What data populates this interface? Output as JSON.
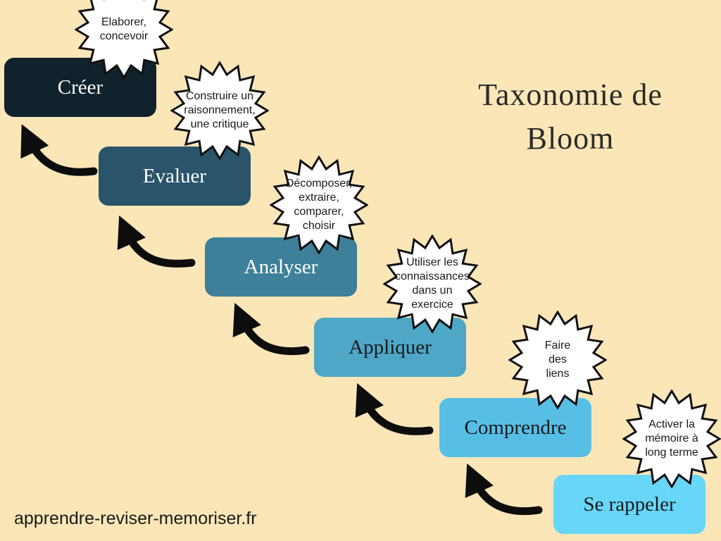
{
  "title": {
    "line1": "Taxonomie de",
    "line2": "Bloom"
  },
  "steps": [
    {
      "label": "Créer",
      "color": "#10222b",
      "text_color": "#ffffff"
    },
    {
      "label": "Evaluer",
      "color": "#29546a",
      "text_color": "#ffffff"
    },
    {
      "label": "Analyser",
      "color": "#3e7f9a",
      "text_color": "#ffffff"
    },
    {
      "label": "Appliquer",
      "color": "#4ea7c6",
      "text_color": "#1a1a1a"
    },
    {
      "label": "Comprendre",
      "color": "#57bfe6",
      "text_color": "#1a1a1a"
    },
    {
      "label": "Se rappeler",
      "color": "#68d6f8",
      "text_color": "#1a1a1a"
    }
  ],
  "bursts": [
    {
      "lines": [
        "Elaborer,",
        "concevoir"
      ]
    },
    {
      "lines": [
        "Construire un",
        "raisonnement,",
        "une critique"
      ]
    },
    {
      "lines": [
        "Décomposer,",
        "extraire,",
        "comparer,",
        "choisir"
      ]
    },
    {
      "lines": [
        "Utiliser les",
        "connaissances",
        "dans un",
        "exercice"
      ]
    },
    {
      "lines": [
        "Faire",
        "des",
        "liens"
      ]
    },
    {
      "lines": [
        "Activer la",
        "mémoire à",
        "long terme"
      ]
    }
  ],
  "footer": "apprendre-reviser-memoriser.fr"
}
